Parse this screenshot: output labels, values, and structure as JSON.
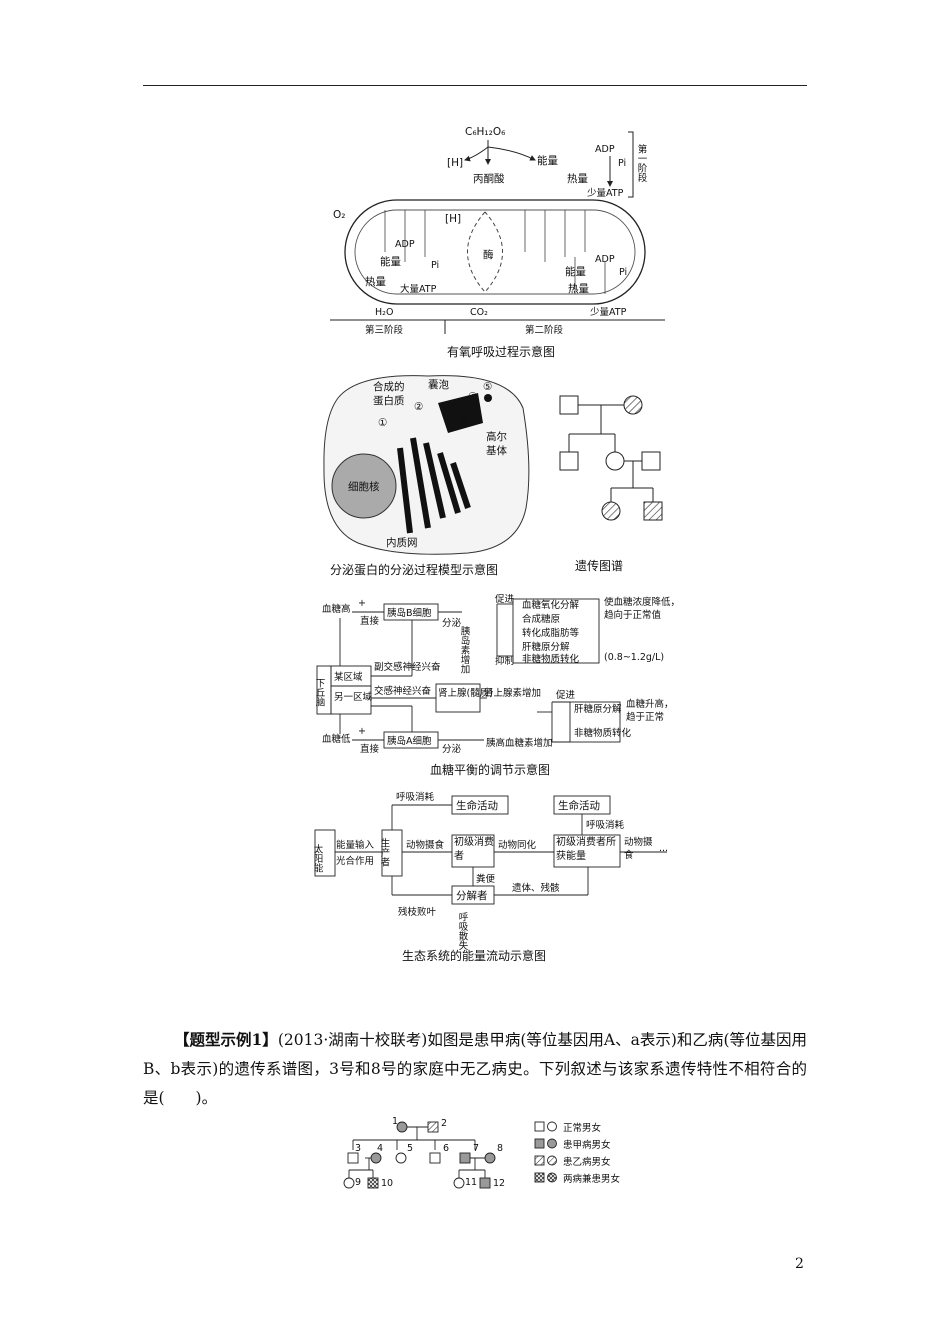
{
  "fig1": {
    "glucose": "C₆H₁₂O₆",
    "h": "[H]",
    "pyruvate": "丙酮酸",
    "energy": "能量",
    "adp": "ADP",
    "pi": "Pi",
    "heat": "热量",
    "small_atp": "少量ATP",
    "large_atp": "大量ATP",
    "stage1": "第一阶段",
    "o2": "O₂",
    "enzyme": "酶",
    "h2o": "H₂O",
    "co2": "CO₂",
    "stage3": "第三阶段",
    "stage2": "第二阶段",
    "caption": "有氧呼吸过程示意图"
  },
  "fig2": {
    "protein": "合成的",
    "protein2": "蛋白质",
    "vesicle": "囊泡",
    "n1": "①",
    "n2": "②",
    "n3": "③",
    "n4": "④",
    "n5": "⑤",
    "golgi": "高尔",
    "golgi2": "基体",
    "nucleus": "细胞核",
    "er": "内质网",
    "caption": "分泌蛋白的分泌过程模型示意图"
  },
  "fig3": {
    "caption": "遗传图谱"
  },
  "fig4": {
    "high": "血糖高",
    "low": "血糖低",
    "plus": "+",
    "direct": "直接",
    "b_cell": "胰岛B细胞",
    "a_cell": "胰岛A细胞",
    "secrete": "分泌",
    "insulin": "胰岛素增加",
    "glucagon": "胰高血糖素增加",
    "promote": "促进",
    "inhibit": "抑制",
    "p1": "血糖氧化分解",
    "p2": "合成糖原",
    "p3": "转化成脂肪等",
    "i1": "肝糖原分解",
    "i2": "非糖物质转化",
    "result1": "使血糖浓度降低，趋向于正常值",
    "result1b": "(0.8~1.2g/L)",
    "para": "副交感神经兴奋",
    "symp": "交感神经兴奋",
    "hypo": "下丘脑",
    "region1": "某区域",
    "region2": "另一区域",
    "adrenal": "肾上腺(髓质)",
    "adrenaline": "肾上腺素增加",
    "r2a": "肝糖原分解",
    "r2b": "非糖物质转化",
    "result2": "血糖升高，趋于正常",
    "caption": "血糖平衡的调节示意图"
  },
  "fig5": {
    "sun": "太阳能",
    "input": "能量输入",
    "photo": "光合作用",
    "producer": "生产者",
    "resp_use": "呼吸消耗",
    "life": "生命活动",
    "eat": "动物摄食",
    "primary": "初级消费者",
    "assim": "动物同化",
    "primary_energy": "初级消费者所获能量",
    "animal_eat": "动物摄食",
    "dots": "···",
    "feces": "粪便",
    "remains": "遗体、残骸",
    "decomposer": "分解者",
    "litter": "残枝败叶",
    "resp_loss": "呼吸散失",
    "caption": "生态系统的能量流动示意图"
  },
  "question": {
    "tag": "【题型示例1】",
    "source": "(2013·湖南十校联考)",
    "text": "如图是患甲病(等位基因用A、a表示)和乙病(等位基因用B、b表示)的遗传系谱图，3号和8号的家庭中无乙病史。下列叙述与该家系遗传特性不相符合的是(　　)。"
  },
  "pedigree": {
    "ids": [
      "1",
      "2",
      "3",
      "4",
      "5",
      "6",
      "7",
      "8",
      "9",
      "10",
      "11",
      "12"
    ],
    "legend": [
      "正常男女",
      "患甲病男女",
      "患乙病男女",
      "两病兼患男女"
    ]
  },
  "page_number": "2"
}
